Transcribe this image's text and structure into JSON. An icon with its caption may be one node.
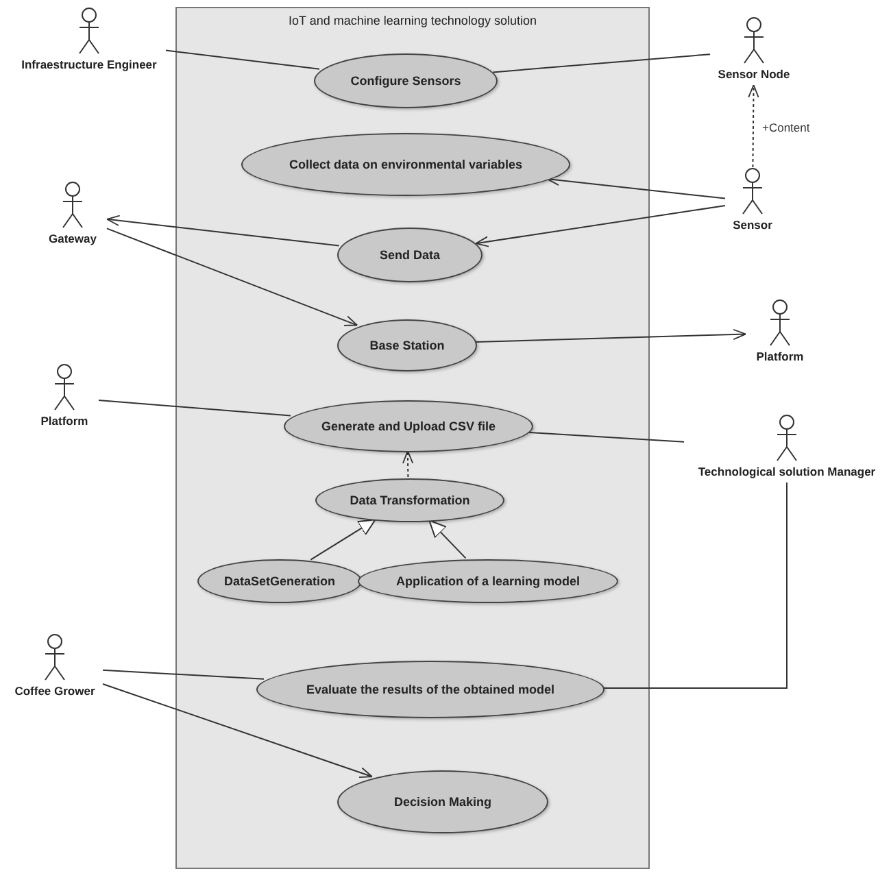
{
  "diagram": {
    "nodes": [
      {
        "text": [
          "IoT and machine learning technology solution"
        ]
      },
      {
        "text": [
          "Infraestructure Engineer"
        ]
      },
      {
        "text": [
          "Configure Sensors"
        ],
        "in": 0
      },
      {
        "text": [
          "Sensor Node"
        ]
      },
      {
        "text": [
          "Collect data on environmental variables"
        ],
        "in": 0
      },
      {
        "text": [
          "Sensor"
        ]
      },
      {
        "text": [
          "Gateway"
        ]
      },
      {
        "text": [
          "Send Data"
        ],
        "in": 0
      },
      {
        "text": [
          "Base Station"
        ],
        "in": 0
      },
      {
        "text": [
          "Platform"
        ]
      },
      {
        "text": [
          "Platform"
        ]
      },
      {
        "text": [
          "Generate and Upload CSV file"
        ],
        "in": 0
      },
      {
        "text": [
          "Technological solution Manager"
        ]
      },
      {
        "text": [
          "Data Transformation"
        ],
        "in": 0
      },
      {
        "text": [
          "DataSetGeneration"
        ],
        "in": 0
      },
      {
        "text": [
          "Application of a learning model"
        ],
        "in": 0
      },
      {
        "text": [
          "Coffee Grower"
        ]
      },
      {
        "text": [
          "Evaluate the results of the obtained model"
        ],
        "in": 0
      },
      {
        "text": [
          "Decision Making"
        ],
        "in": 0
      }
    ],
    "edges": [
      {
        "from": 1,
        "to": 2,
        "arrow": "none"
      },
      {
        "from": 2,
        "to": 3,
        "arrow": "none"
      },
      {
        "from": 5,
        "to": 3,
        "arrow": "to",
        "label": "+Content",
        "style": "dashed"
      },
      {
        "from": 5,
        "to": 4,
        "arrow": "to"
      },
      {
        "from": 5,
        "to": 7,
        "arrow": "to"
      },
      {
        "from": 7,
        "to": 6,
        "arrow": "to"
      },
      {
        "from": 6,
        "to": 8,
        "arrow": "to"
      },
      {
        "from": 8,
        "to": 9,
        "arrow": "to"
      },
      {
        "from": 10,
        "to": 11,
        "arrow": "none"
      },
      {
        "from": 11,
        "to": 12,
        "arrow": "none"
      },
      {
        "from": 13,
        "to": 11,
        "arrow": "to",
        "style": "dashed"
      },
      {
        "from": 14,
        "to": 13,
        "arrow": "to"
      },
      {
        "from": 15,
        "to": 13,
        "arrow": "to"
      },
      {
        "from": 16,
        "to": 17,
        "arrow": "none"
      },
      {
        "from": 17,
        "to": 12,
        "arrow": "none"
      },
      {
        "from": 16,
        "to": 18,
        "arrow": "to"
      }
    ]
  }
}
